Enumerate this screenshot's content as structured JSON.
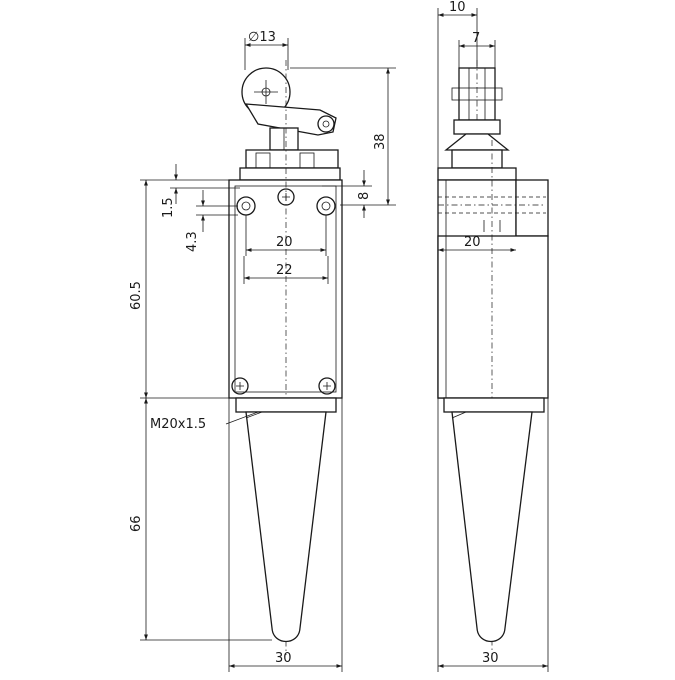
{
  "dimensions": {
    "roller_diameter": "∅13",
    "actuator_height": "38",
    "plunger_offset": "8",
    "top_offset": "1.5",
    "hole_offset": "4.3",
    "front_hole_spacing": "20",
    "front_width_inner": "22",
    "body_height": "60.5",
    "thread": "M20x1.5",
    "gland_length": "66",
    "front_width": "30",
    "side_roller_width": "10",
    "side_roller_inner": "7",
    "side_hole_spacing": "20",
    "side_width": "30"
  }
}
